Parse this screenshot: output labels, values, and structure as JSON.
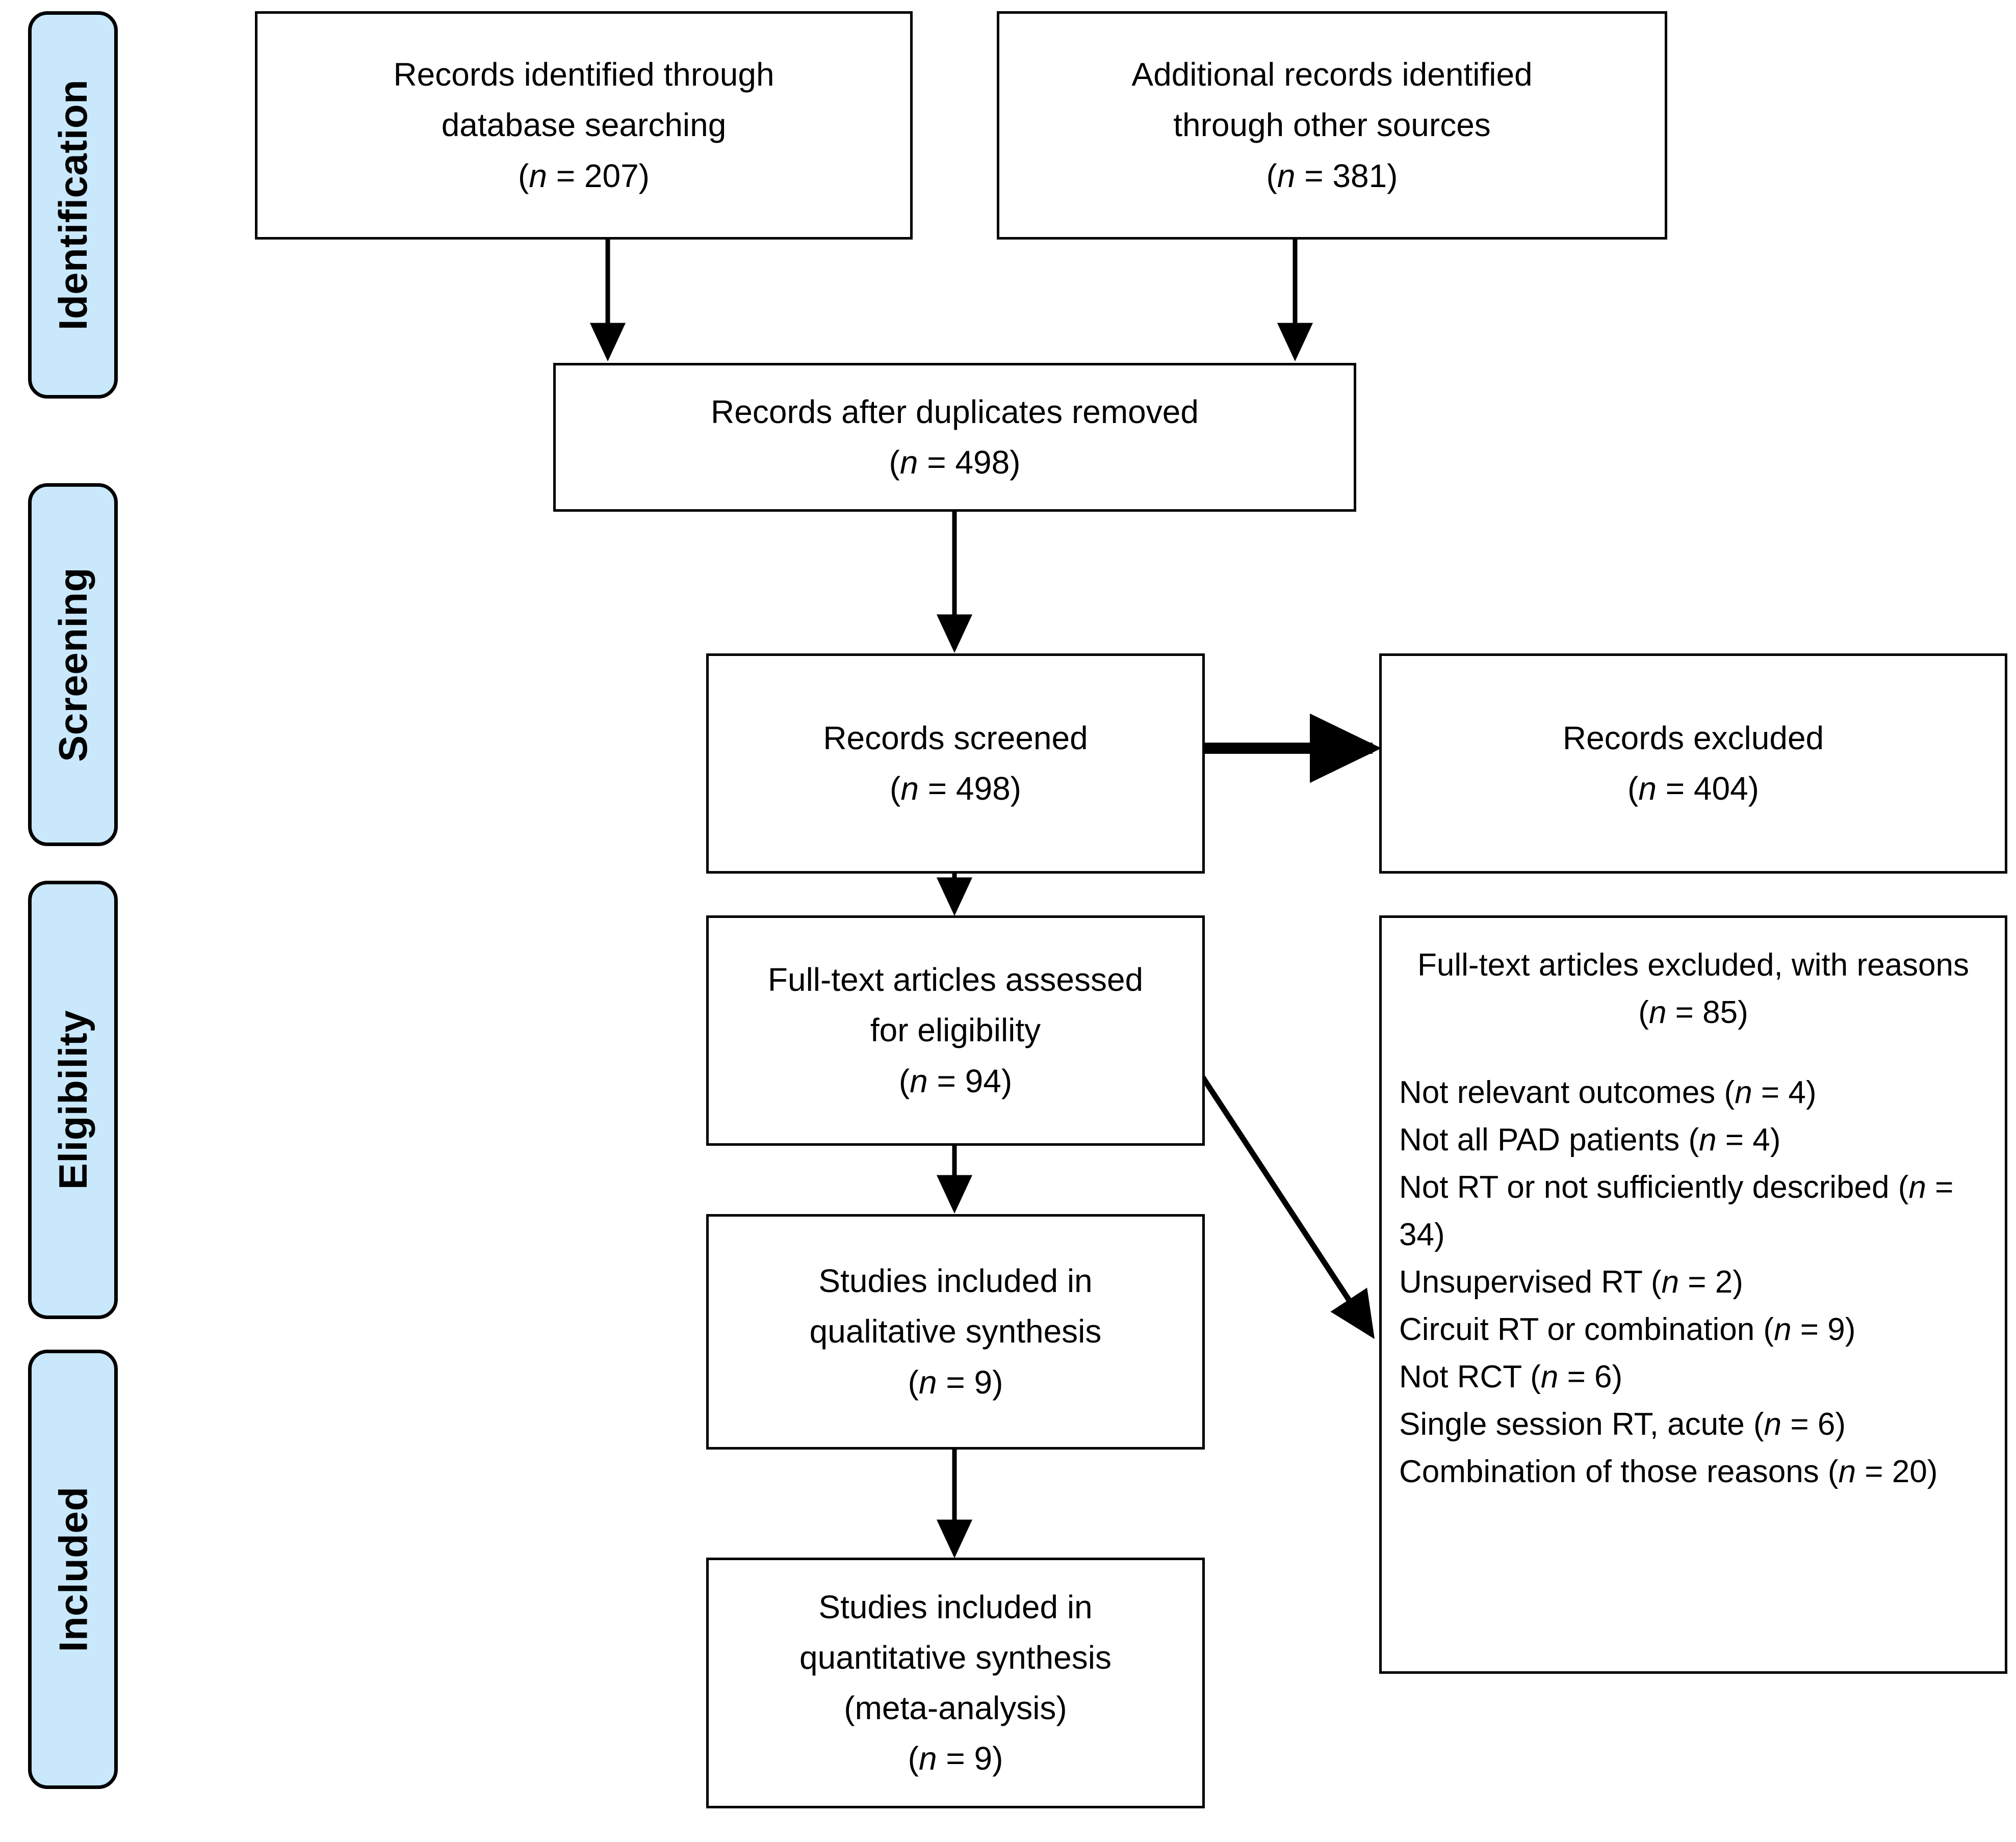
{
  "diagram": {
    "type": "prisma-flow-diagram",
    "stages": [
      {
        "id": "identification",
        "label": "Identification"
      },
      {
        "id": "screening",
        "label": "Screening"
      },
      {
        "id": "eligibility",
        "label": "Eligibility"
      },
      {
        "id": "included",
        "label": "Included"
      }
    ],
    "colors": {
      "stage_pill_fill": "#c9e8fb",
      "stroke": "#000000",
      "box_fill": "#ffffff",
      "text": "#000000"
    },
    "boxes": {
      "database_search": {
        "line1": "Records identified through",
        "line2": "database searching",
        "count_prefix": "(",
        "count_n": "n",
        "count_eq": " = ",
        "count_value": "207",
        "count_suffix": ")"
      },
      "other_sources": {
        "line1": "Additional records identified",
        "line2": "through other sources",
        "count_n": "n",
        "count_eq": " = ",
        "count_value": "381"
      },
      "duplicates_removed": {
        "line1": "Records after duplicates removed",
        "count_n": "n",
        "count_eq": " = ",
        "count_value": "498"
      },
      "records_screened": {
        "line1": "Records screened",
        "count_n": "n",
        "count_eq": " = ",
        "count_value": "498"
      },
      "records_excluded": {
        "line1": "Records excluded",
        "count_n": "n",
        "count_eq": " = ",
        "count_value": "404"
      },
      "fulltext_assessed": {
        "line1": "Full-text articles assessed",
        "line2": "for eligibility",
        "count_n": "n",
        "count_eq": " = ",
        "count_value": "94"
      },
      "qualitative_synthesis": {
        "line1": "Studies included in",
        "line2": "qualitative synthesis",
        "count_n": "n",
        "count_eq": " = ",
        "count_value": "9"
      },
      "quantitative_synthesis": {
        "line1": "Studies included in",
        "line2": "quantitative synthesis",
        "line3": "(meta-analysis)",
        "count_n": "n",
        "count_eq": " = ",
        "count_value": "9"
      },
      "fulltext_excluded": {
        "heading_line1": "Full-text articles excluded, with",
        "heading_line2_text": "reasons (",
        "heading_n": "n",
        "heading_eq": " = ",
        "heading_value": "85",
        "heading_close": ")",
        "reasons": [
          {
            "text": "Not relevant outcomes (",
            "n": "n",
            "eq": " = ",
            "value": "4",
            "close": ")"
          },
          {
            "text": "Not all PAD patients (",
            "n": "n",
            "eq": " = ",
            "value": "4",
            "close": ")"
          },
          {
            "text": "Not RT or not sufficiently described (",
            "n": "n",
            "eq": " = ",
            "value": "34",
            "close": ")"
          },
          {
            "text": "Unsupervised RT (",
            "n": "n",
            "eq": " = ",
            "value": "2",
            "close": ")"
          },
          {
            "text": "Circuit RT or combination (",
            "n": "n",
            "eq": " = ",
            "value": "9",
            "close": ")"
          },
          {
            "text": "Not RCT (",
            "n": "n",
            "eq": " = ",
            "value": "6",
            "close": ")"
          },
          {
            "text": "Single session RT, acute (",
            "n": "n",
            "eq": " = ",
            "value": "6",
            "close": ")"
          },
          {
            "text": "Combination of those reasons (",
            "n": "n",
            "eq": " = ",
            "value": "20",
            "close": ")"
          }
        ]
      }
    },
    "connectors": [
      {
        "id": "db-to-dedup",
        "from": "database_search",
        "to": "duplicates_removed",
        "direction": "down"
      },
      {
        "id": "other-to-dedup",
        "from": "other_sources",
        "to": "duplicates_removed",
        "direction": "down"
      },
      {
        "id": "dedup-to-screened",
        "from": "duplicates_removed",
        "to": "records_screened",
        "direction": "down"
      },
      {
        "id": "screened-to-excluded",
        "from": "records_screened",
        "to": "records_excluded",
        "direction": "right"
      },
      {
        "id": "screened-to-fulltext",
        "from": "records_screened",
        "to": "fulltext_assessed",
        "direction": "down"
      },
      {
        "id": "fulltext-to-reasons",
        "from": "fulltext_assessed",
        "to": "fulltext_excluded",
        "direction": "diagonal-down-right"
      },
      {
        "id": "fulltext-to-qualitative",
        "from": "fulltext_assessed",
        "to": "qualitative_synthesis",
        "direction": "down"
      },
      {
        "id": "qualitative-to-quantitative",
        "from": "qualitative_synthesis",
        "to": "quantitative_synthesis",
        "direction": "down"
      }
    ]
  }
}
